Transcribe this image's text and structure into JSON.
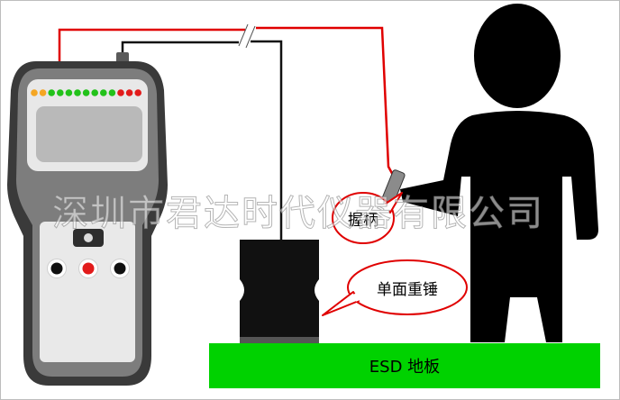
{
  "labels": {
    "handle": "握柄",
    "hammer": "单面重锤",
    "floor": "ESD 地板"
  },
  "watermark": "深圳市君达时代仪器有限公司",
  "colors": {
    "floor": "#00d200",
    "red_wire": "#e00000",
    "black_wire": "#111111",
    "meter_body": "#3a3a3a",
    "led_orange": "#f5a623",
    "led_green": "#22c21a",
    "led_red": "#e21b1b"
  },
  "meter": {
    "leds": [
      "orange",
      "orange",
      "green",
      "green",
      "green",
      "green",
      "green",
      "green",
      "green",
      "green",
      "red",
      "red",
      "red"
    ],
    "jacks": [
      "black",
      "red",
      "black"
    ]
  }
}
